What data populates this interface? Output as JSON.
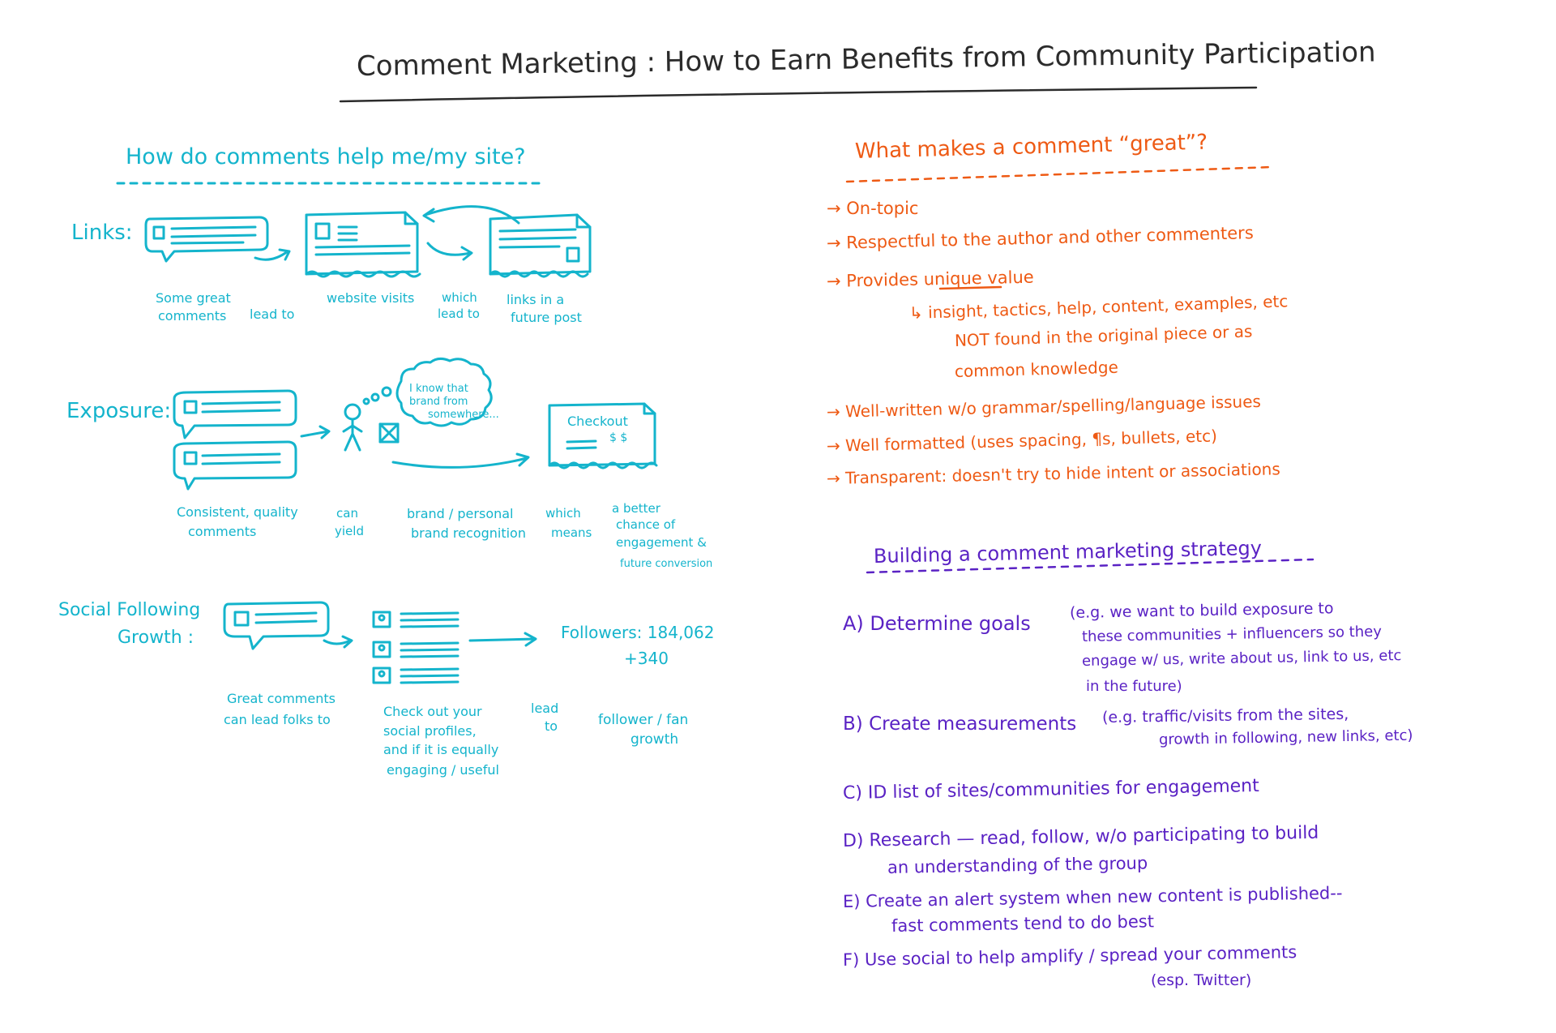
{
  "title": "Comment Marketing : How to Earn Benefits from Community Participation",
  "left": {
    "heading": "How do comments help me/my site?",
    "links": {
      "label": "Links:",
      "cap1a": "Some great",
      "cap1b": "comments",
      "cap2": "lead to",
      "cap3": "website visits",
      "cap4a": "which",
      "cap4b": "lead to",
      "cap5a": "links in a",
      "cap5b": "future post"
    },
    "exposure": {
      "label": "Exposure:",
      "bubble1": "I know that",
      "bubble2": "brand from",
      "bubble3": "somewhere...",
      "checkout": "Checkout",
      "dollars": "$ $",
      "cap1a": "Consistent, quality",
      "cap1b": "comments",
      "cap2a": "can",
      "cap2b": "yield",
      "cap3a": "brand / personal",
      "cap3b": "brand recognition",
      "cap4a": "which",
      "cap4b": "means",
      "cap5a": "a better",
      "cap5b": "chance of",
      "cap5c": "engagement &",
      "cap5d": "future conversion"
    },
    "social": {
      "label1": "Social Following",
      "label2": "Growth :",
      "followers": "Followers: 184,062",
      "plus": "+340",
      "cap1a": "Great comments",
      "cap1b": "can lead folks to",
      "cap2a": "Check out your",
      "cap2b": "social profiles,",
      "cap2c": "and if it is equally",
      "cap2d": "engaging / useful",
      "cap3a": "lead",
      "cap3b": "to",
      "cap4a": "follower / fan",
      "cap4b": "growth"
    }
  },
  "great": {
    "heading": "What makes a comment “great”?",
    "items": [
      "→ On-topic",
      "→ Respectful to the author and other commenters",
      "→ Provides unique value",
      "↳ insight, tactics, help, content, examples, etc",
      "NOT found in the original piece or as",
      "common knowledge",
      "→ Well-written w/o grammar/spelling/language issues",
      "→ Well formatted (uses spacing, ¶s, bullets, etc)",
      "→ Transparent: doesn't try to hide intent or associations"
    ]
  },
  "strategy": {
    "heading": "Building a comment marketing strategy",
    "a1": "A)  Determine goals",
    "a2": "(e.g. we want to build exposure to",
    "a3": "these communities + influencers so they",
    "a4": "engage w/ us, write about us, link to us, etc",
    "a5": "in the future)",
    "b1": "B)  Create measurements",
    "b2": "(e.g. traffic/visits from the sites,",
    "b3": "growth in following, new links, etc)",
    "c1": "C)  ID list of sites/communities for engagement",
    "d1": "D)  Research — read, follow, w/o participating to build",
    "d2": "an understanding of the group",
    "e1": "E)  Create an alert system when new content is published--",
    "e2": "fast comments tend to do best",
    "f1": "F)  Use social to help amplify / spread your comments",
    "f2": "(esp. Twitter)"
  },
  "colors": {
    "board": "#ffffff",
    "title": "#2b2b2b",
    "left": "#14b4cc",
    "great": "#ee5a14",
    "strategy": "#5a22c4"
  }
}
